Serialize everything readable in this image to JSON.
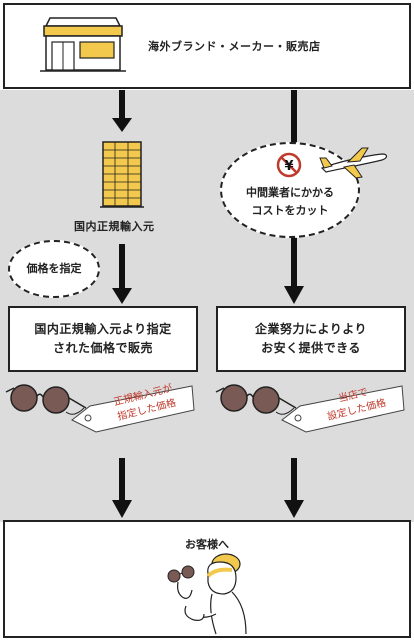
{
  "top": {
    "label": "海外ブランド・メーカー・販売店"
  },
  "left": {
    "source_label": "国内正規輸入元",
    "bubble_label": "価格を指定",
    "box_line1": "国内正規輸入元より指定",
    "box_line2": "された価格で販売",
    "tag_line1": "正規輸入元が",
    "tag_line2": "指定した価格"
  },
  "right": {
    "bubble_line1": "中間業者にかかる",
    "bubble_line2": "コストをカット",
    "yen_symbol": "¥",
    "box_line1": "企業努力によりより",
    "box_line2": "お安く提供できる",
    "tag_line1": "当店で",
    "tag_line2": "設定した価格"
  },
  "bottom": {
    "label": "お客様へ"
  },
  "colors": {
    "panel": "#dcdcdc",
    "tag_text": "#c0392b",
    "accent_yellow": "#f2c94c",
    "lens_brown": "#7a5a55"
  },
  "icons": [
    "store-icon",
    "building-icon",
    "airplane-icon",
    "no-yen-icon",
    "sunglasses-icon",
    "price-tag-icon",
    "customer-icon"
  ]
}
